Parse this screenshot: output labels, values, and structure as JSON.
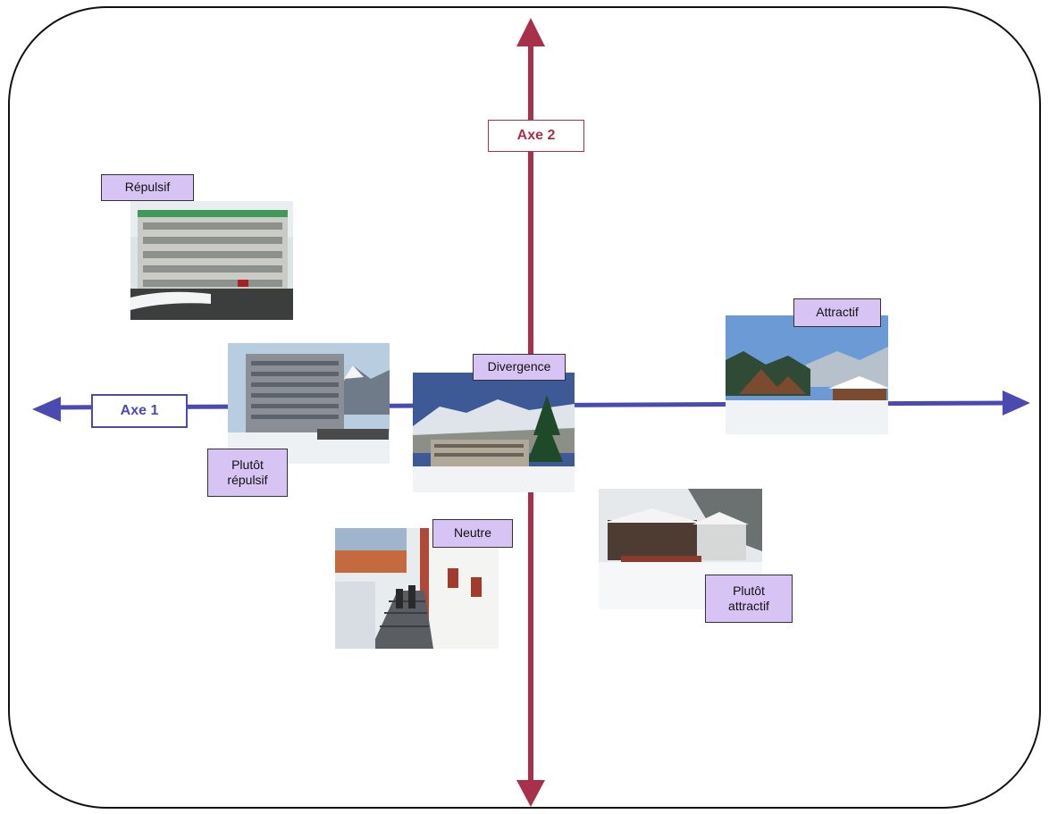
{
  "colors": {
    "axis1": "#4a4ab0",
    "axis2": "#a8304a",
    "label_fill": "#d8c4f4",
    "frame": "#111111"
  },
  "axes": {
    "axis1_label": "Axe 1",
    "axis2_label": "Axe 2"
  },
  "photos": [
    {
      "key": "repulsif",
      "label": "Répulsif"
    },
    {
      "key": "plutot_repulsif",
      "label": "Plutôt\nrépulsif"
    },
    {
      "key": "divergence",
      "label": "Divergence"
    },
    {
      "key": "attractif",
      "label": "Attractif"
    },
    {
      "key": "neutre",
      "label": "Neutre"
    },
    {
      "key": "plutot_attractif",
      "label": "Plutôt\nattractif"
    }
  ]
}
